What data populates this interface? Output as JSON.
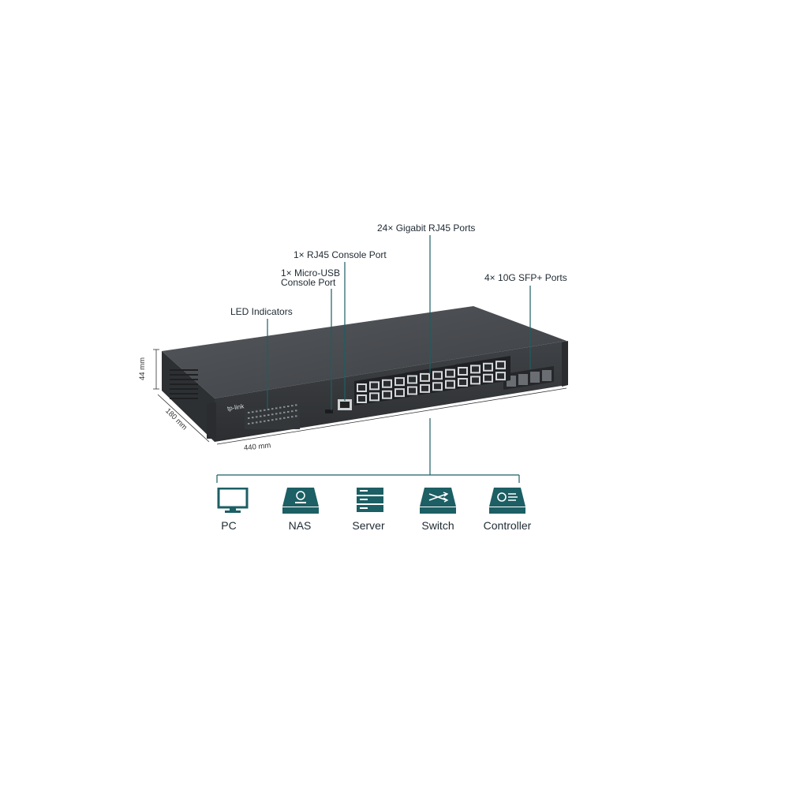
{
  "callouts": {
    "gigabit_ports": "24× Gigabit RJ45 Ports",
    "console_port": "1× RJ45 Console Port",
    "usb_console_line1": "1× Micro-USB",
    "usb_console_line2": "Console Port",
    "sfp_ports": "4× 10G SFP+ Ports",
    "led_indicators": "LED Indicators"
  },
  "dimensions": {
    "height": "44 mm",
    "depth": "180 mm",
    "width": "440 mm"
  },
  "brand": "tp-link",
  "devices": [
    {
      "label": "PC",
      "icon": "monitor-icon"
    },
    {
      "label": "NAS",
      "icon": "nas-icon"
    },
    {
      "label": "Server",
      "icon": "server-icon"
    },
    {
      "label": "Switch",
      "icon": "switch-icon"
    },
    {
      "label": "Controller",
      "icon": "controller-icon"
    }
  ],
  "colors": {
    "accent": "#1c5f64",
    "body": "#3a3d40",
    "top": "#4b4e52",
    "text": "#1f2a33"
  }
}
